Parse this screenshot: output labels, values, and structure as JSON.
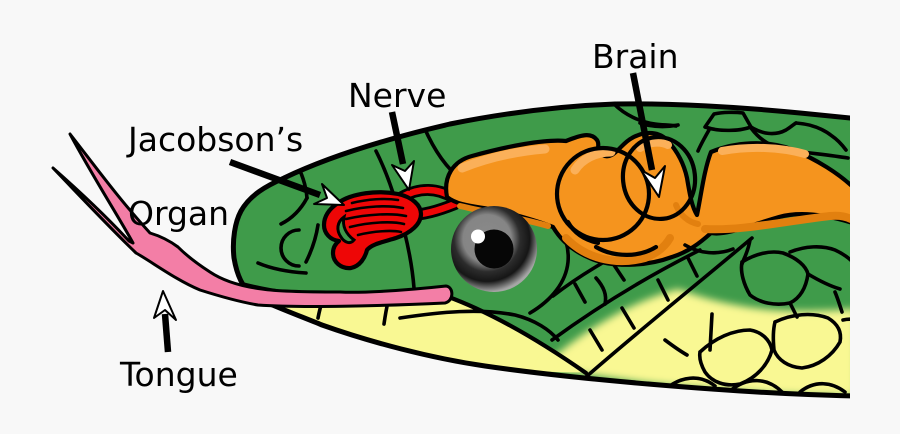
{
  "labels": {
    "jacobsons_line1": "Jacobson’s",
    "jacobsons_line2": "Organ",
    "nerve": "Nerve",
    "brain": "Brain",
    "tongue": "Tongue"
  },
  "colors": {
    "background": "#f8f8f8",
    "head_green": "#3f9b4a",
    "nostril_green": "#2f8040",
    "belly_yellow": "#f9f893",
    "brain_orange": "#f5941e",
    "brain_orange_light": "#fbb059",
    "brain_orange_dark": "#e2800f",
    "organ_red": "#ee0606",
    "tongue_pink": "#f37ea6",
    "eye_rim_gray": "#a2a2a2",
    "outline_black": "#000000",
    "label_text": "#000000"
  }
}
